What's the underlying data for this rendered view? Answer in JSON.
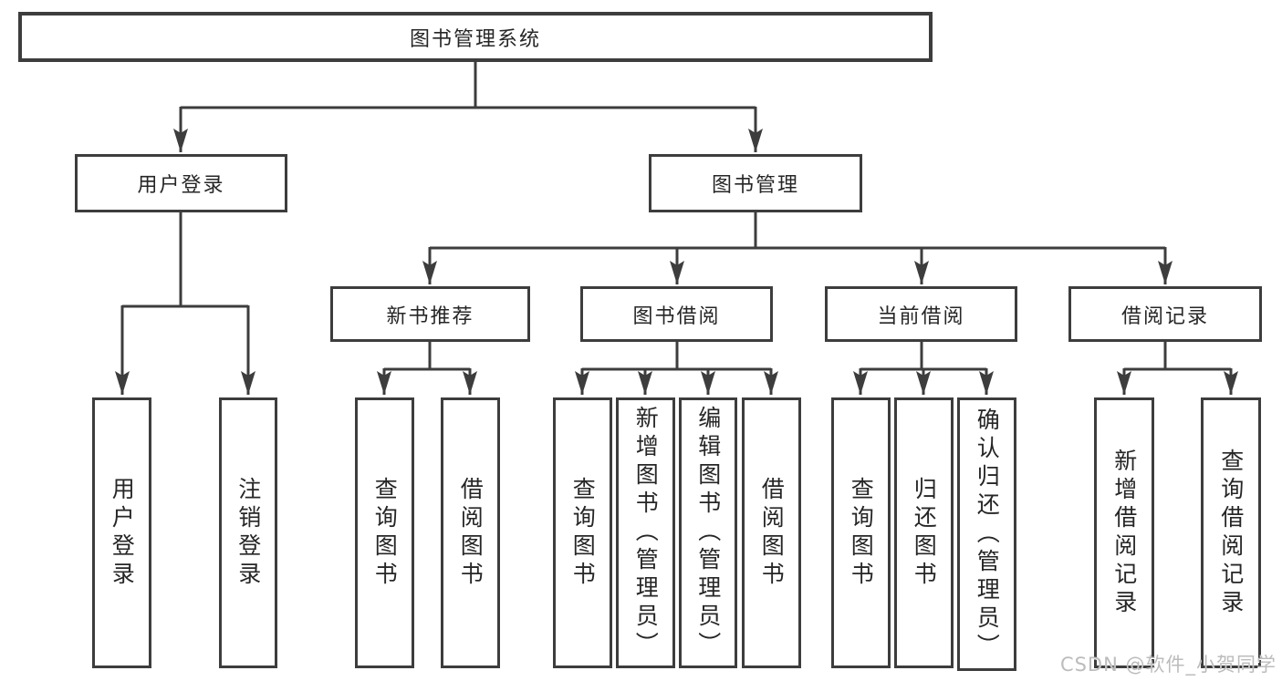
{
  "diagram": {
    "root": "图书管理系统",
    "user_login": {
      "label": "用户登录",
      "children": [
        "用户登录",
        "注销登录"
      ]
    },
    "book_mgmt": {
      "label": "图书管理",
      "sections": [
        {
          "label": "新书推荐",
          "children": [
            "查询图书",
            "借阅图书"
          ]
        },
        {
          "label": "图书借阅",
          "children": [
            "查询图书",
            "新增图书（管理员）",
            "编辑图书（管理员）",
            "借阅图书"
          ]
        },
        {
          "label": "当前借阅",
          "children": [
            "查询图书",
            "归还图书",
            "确认归还（管理员）"
          ]
        },
        {
          "label": "借阅记录",
          "children": [
            "新增借阅记录",
            "查询借阅记录"
          ]
        }
      ]
    }
  },
  "watermark": "CSDN @软件_小贺同学",
  "colors": {
    "line": "#3d3d3d",
    "box_border": "#3d3d3d",
    "text": "#262626",
    "background": "#ffffff",
    "watermark": "#bcbcbc"
  }
}
